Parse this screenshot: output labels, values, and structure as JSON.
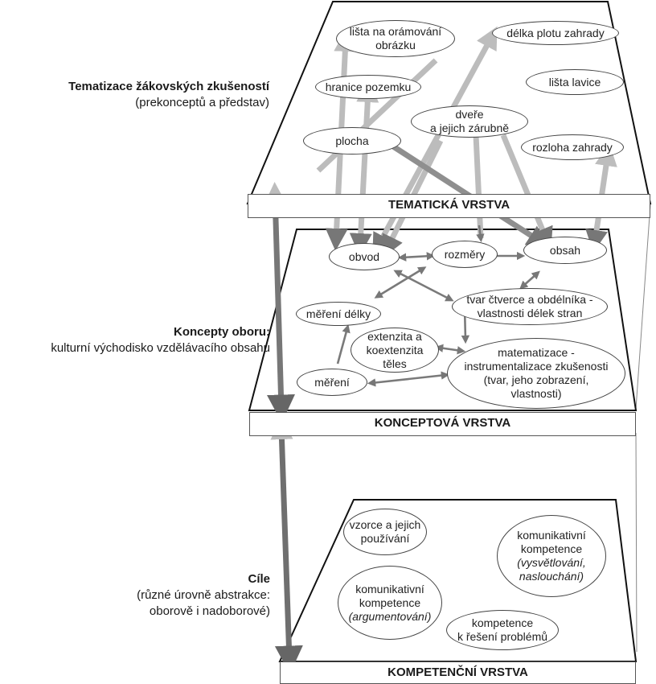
{
  "side_labels": {
    "thematic": {
      "title": "Tematizace žákovských zkušeností",
      "subtitle": "(prekonceptů a představ)"
    },
    "concepts": {
      "title": "Koncepty oboru:",
      "subtitle": "kulturní východisko vzdělávacího obsahu"
    },
    "goals": {
      "title": "Cíle",
      "line1": "(různé úrovně abstrakce:",
      "line2": "oborově i nadoborové)"
    }
  },
  "layers": {
    "thematic": "TEMATICKÁ VRSTVA",
    "concept": "KONCEPTOVÁ VRSTVA",
    "competence": "KOMPETENČNÍ VRSTVA"
  },
  "thematic_nodes": {
    "lista_obrazku": [
      "lišta na orámování",
      "obrázku"
    ],
    "delka_plotu": "délka plotu zahrady",
    "hranice": "hranice pozemku",
    "lista_lavice": "lišta lavice",
    "dvere": [
      "dveře",
      "a jejich zárubně"
    ],
    "plocha": "plocha",
    "rozloha": "rozloha zahrady"
  },
  "concept_nodes": {
    "obvod": "obvod",
    "rozmery": "rozměry",
    "obsah": "obsah",
    "mereni_delky": "měření délky",
    "tvar": [
      "tvar čtverce a obdélníka -",
      "vlastnosti délek stran"
    ],
    "extenzita": [
      "extenzita a",
      "koextenzita",
      "těles"
    ],
    "matematizace": [
      "matematizace -",
      "instrumentalizace zkušenosti",
      "(tvar, jeho zobrazení,",
      "vlastnosti)"
    ],
    "mereni": "měření"
  },
  "competence_nodes": {
    "vzorce": [
      "vzorce a jejich",
      "používání"
    ],
    "kom1": [
      "komunikativní",
      "kompetence",
      "(vysvětlování,",
      "naslouchání)"
    ],
    "kom2": [
      "komunikativní",
      "kompetence",
      "(argumentování)"
    ],
    "problemy": [
      "kompetence",
      "k řešení problémů"
    ]
  }
}
